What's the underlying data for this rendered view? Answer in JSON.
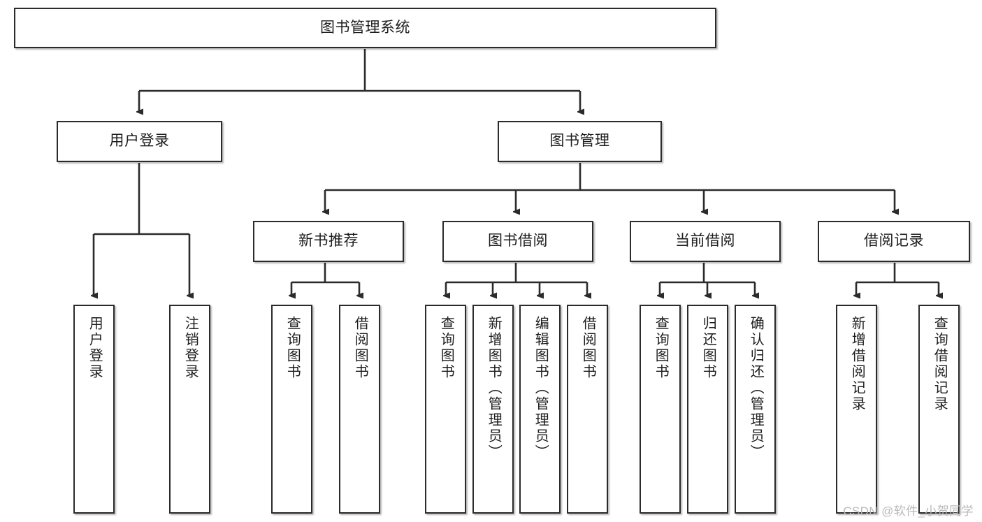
{
  "diagram": {
    "title": "图书管理系统",
    "type": "tree-hierarchy-diagram",
    "colors": {
      "box_border": "#2b2b2b",
      "box_fill": "#ffffff",
      "connector": "#2b2b2b",
      "text": "#1d1d1d",
      "watermark": "#b9b9b9"
    },
    "root": {
      "label": "图书管理系统"
    },
    "level2": [
      {
        "label": "用户登录"
      },
      {
        "label": "图书管理"
      }
    ],
    "level3": [
      {
        "label": "新书推荐"
      },
      {
        "label": "图书借阅"
      },
      {
        "label": "当前借阅"
      },
      {
        "label": "借阅记录"
      }
    ],
    "leaves": {
      "user_login": [
        {
          "label": "用户登录"
        },
        {
          "label": "注销登录"
        }
      ],
      "new_book_recommend": [
        {
          "label": "查询图书"
        },
        {
          "label": "借阅图书"
        }
      ],
      "book_borrow": [
        {
          "label": "查询图书"
        },
        {
          "label": "新增图书（管理员）"
        },
        {
          "label": "编辑图书（管理员）"
        },
        {
          "label": "借阅图书"
        }
      ],
      "current_borrow": [
        {
          "label": "查询图书"
        },
        {
          "label": "归还图书"
        },
        {
          "label": "确认归还（管理员）"
        }
      ],
      "borrow_record": [
        {
          "label": "新增借阅记录"
        },
        {
          "label": "查询借阅记录"
        }
      ]
    }
  },
  "watermark": {
    "text": "CSDN @软件_小贺同学"
  }
}
